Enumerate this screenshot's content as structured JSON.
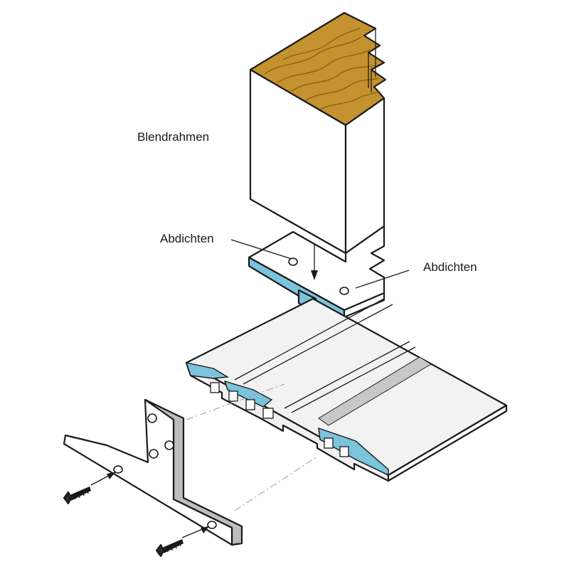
{
  "labels": {
    "frame": "Blendrahmen",
    "seal_left": "Abdichten",
    "seal_right": "Abdichten"
  },
  "colors": {
    "wood": "#c4922e",
    "seal_blue": "#7cc3dc",
    "profile_face": "#f0f0f0",
    "outline": "#1a1a1a",
    "groove_grey": "#c8c8c8"
  }
}
